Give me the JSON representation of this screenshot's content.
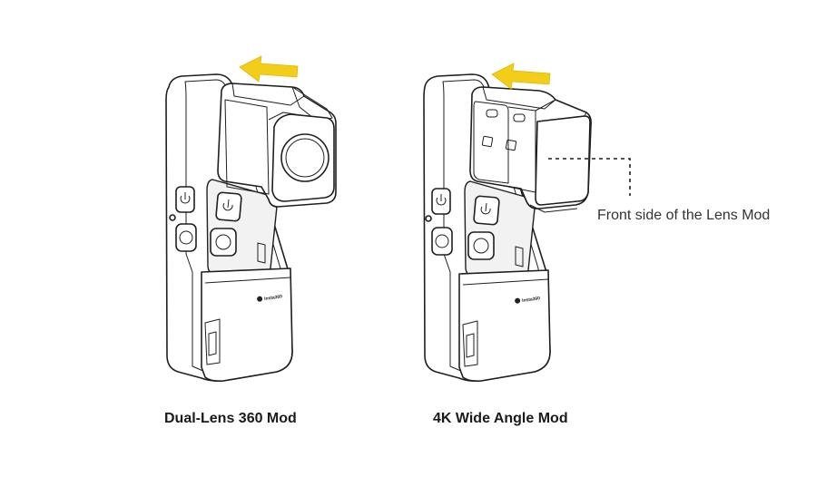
{
  "captions": {
    "left": "Dual-Lens 360 Mod",
    "right": "4K Wide Angle Mod"
  },
  "callout": {
    "text": "Front side of the Lens Mod"
  },
  "logo_text": "Insta360",
  "colors": {
    "arrow": "#f2cd1a",
    "line": "#1f1f1f",
    "background": "#ffffff"
  }
}
